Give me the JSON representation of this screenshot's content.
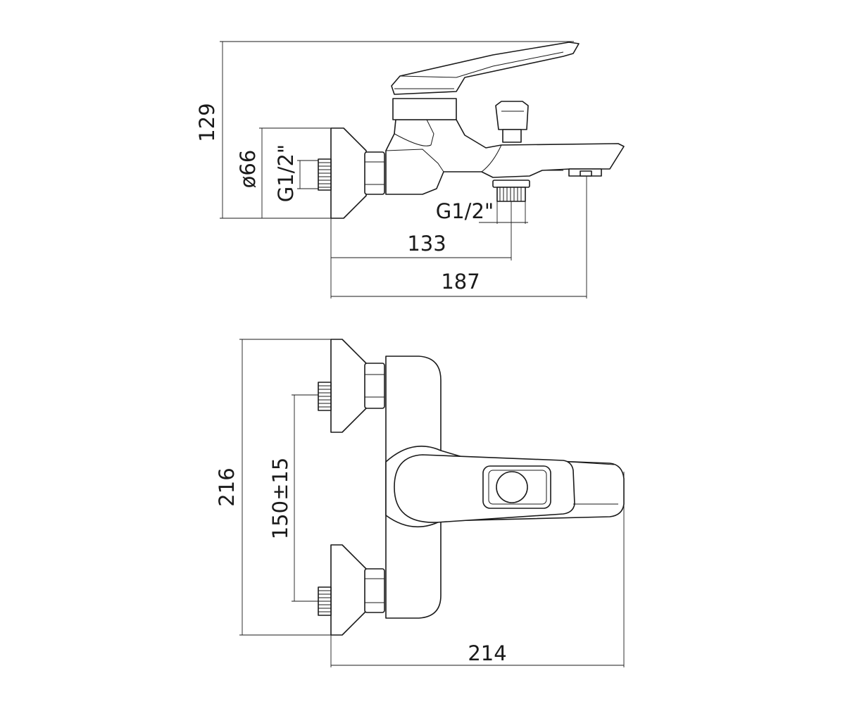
{
  "dimensions": {
    "height_total": "129",
    "flange_diameter": "ø66",
    "inlet_thread": "G1/2\"",
    "outlet_thread": "G1/2\"",
    "outlet_offset": "133",
    "spout_length": "187",
    "overall_height": "216",
    "inlet_spacing": "150±15",
    "overall_width": "214"
  },
  "colors": {
    "line": "#1a1a1a",
    "background": "#ffffff"
  }
}
